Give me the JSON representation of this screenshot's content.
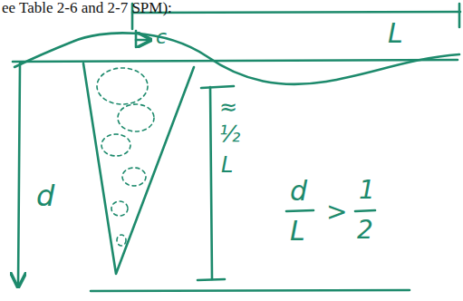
{
  "diagram": {
    "labels": [
      "ee Table 2-6 and 2-7 SPM):",
      "L",
      "c",
      "d",
      "≈",
      "½",
      "L",
      "d",
      "L",
      ">",
      "1",
      "2"
    ]
  }
}
